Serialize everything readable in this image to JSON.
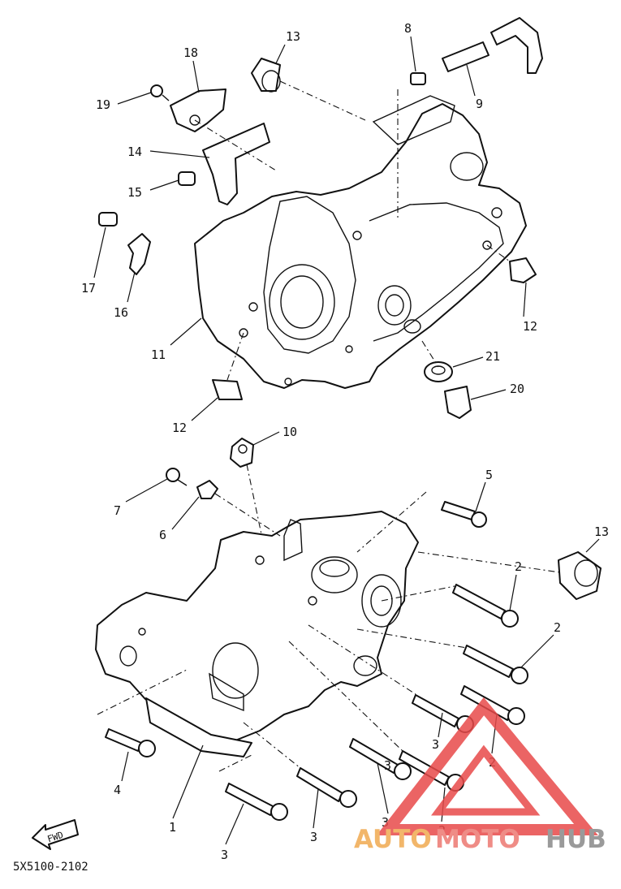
{
  "diagram": {
    "code": "5X5100-2102",
    "fwd_label": "FWD",
    "callouts": [
      {
        "key": "c13a",
        "text": "13"
      },
      {
        "key": "c8",
        "text": "8"
      },
      {
        "key": "c18",
        "text": "18"
      },
      {
        "key": "c19",
        "text": "19"
      },
      {
        "key": "c9",
        "text": "9"
      },
      {
        "key": "c14",
        "text": "14"
      },
      {
        "key": "c15",
        "text": "15"
      },
      {
        "key": "c17",
        "text": "17"
      },
      {
        "key": "c16",
        "text": "16"
      },
      {
        "key": "c11",
        "text": "11"
      },
      {
        "key": "c12a",
        "text": "12"
      },
      {
        "key": "c21",
        "text": "21"
      },
      {
        "key": "c20",
        "text": "20"
      },
      {
        "key": "c12b",
        "text": "12"
      },
      {
        "key": "c10",
        "text": "10"
      },
      {
        "key": "c5",
        "text": "5"
      },
      {
        "key": "c7",
        "text": "7"
      },
      {
        "key": "c6",
        "text": "6"
      },
      {
        "key": "c13b",
        "text": "13"
      },
      {
        "key": "c2a",
        "text": "2"
      },
      {
        "key": "c2b",
        "text": "2"
      },
      {
        "key": "c3a",
        "text": "3"
      },
      {
        "key": "c2c",
        "text": "2"
      },
      {
        "key": "c4",
        "text": "4"
      },
      {
        "key": "c1",
        "text": "1"
      },
      {
        "key": "c3b",
        "text": "3"
      },
      {
        "key": "c3c",
        "text": "3"
      },
      {
        "key": "c3d",
        "text": "3"
      },
      {
        "key": "c2d",
        "text": "2"
      },
      {
        "key": "c3e",
        "text": "3"
      }
    ]
  },
  "watermark": {
    "part1": "AUTO",
    "part2": "MOTO",
    "part3": "HUB",
    "color_auto": "#f2b66a",
    "color_moto": "#ef8c86",
    "color_hub": "#9a9a9a",
    "triangle_color": "#e84a4a"
  }
}
